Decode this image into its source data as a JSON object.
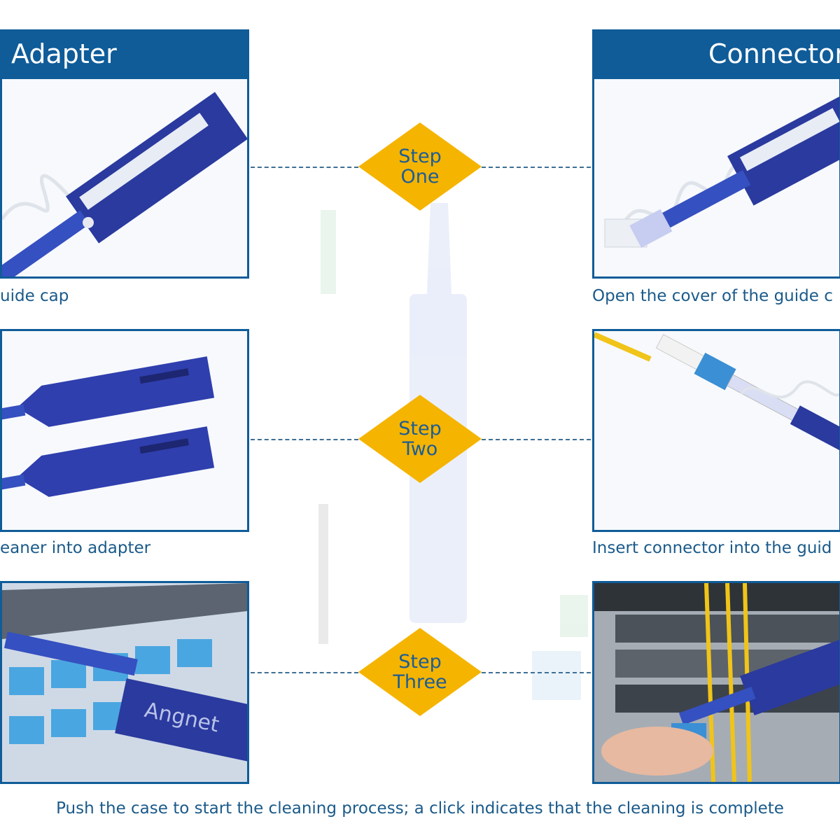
{
  "headers": {
    "left": "Adapter",
    "right": "Connector"
  },
  "steps": [
    {
      "line1": "Step",
      "line2": "One"
    },
    {
      "line1": "Step",
      "line2": "Two"
    },
    {
      "line1": "Step",
      "line2": "Three"
    }
  ],
  "captions": {
    "left": [
      "uide cap",
      "eaner into adapter"
    ],
    "right": [
      "Open the cover of the guide c",
      "Insert connector into the guid"
    ],
    "bottom": "Push the case to start the cleaning process; a click indicates that the cleaning is complete"
  },
  "product_text": {
    "brand_on_cleaner": "Angnet"
  },
  "colors": {
    "header_blue": "#0f5c99",
    "step_yellow": "#f5b400",
    "caption_blue": "#1a5a8a",
    "cleaner_blue": "#2a3a9e",
    "fiber_yellow": "#f0c419",
    "adapter_blue": "#3b8fd4"
  }
}
